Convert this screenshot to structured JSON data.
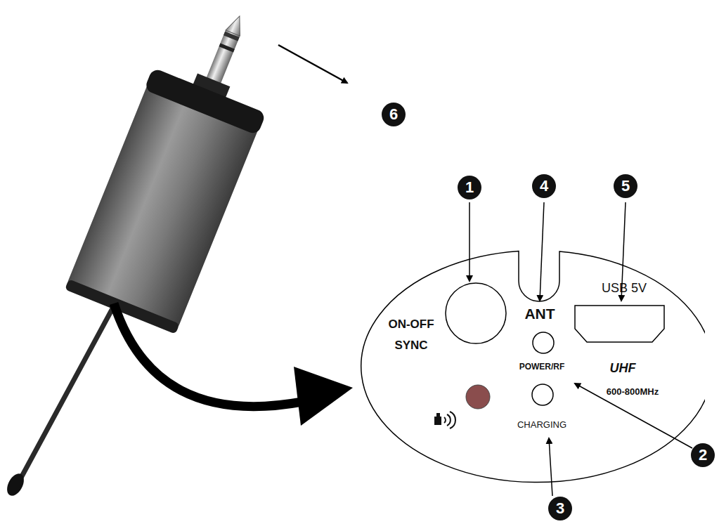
{
  "diagram": {
    "nodes": [
      {
        "text": [
          "ON-OFF SYNC",
          "ANT",
          "USB 5V",
          "POWER/RF",
          "UHF",
          "600-800MHz",
          "CHARGING"
        ]
      }
    ],
    "labels": [
      "6",
      "1",
      "4",
      "5",
      "2",
      "3"
    ]
  }
}
